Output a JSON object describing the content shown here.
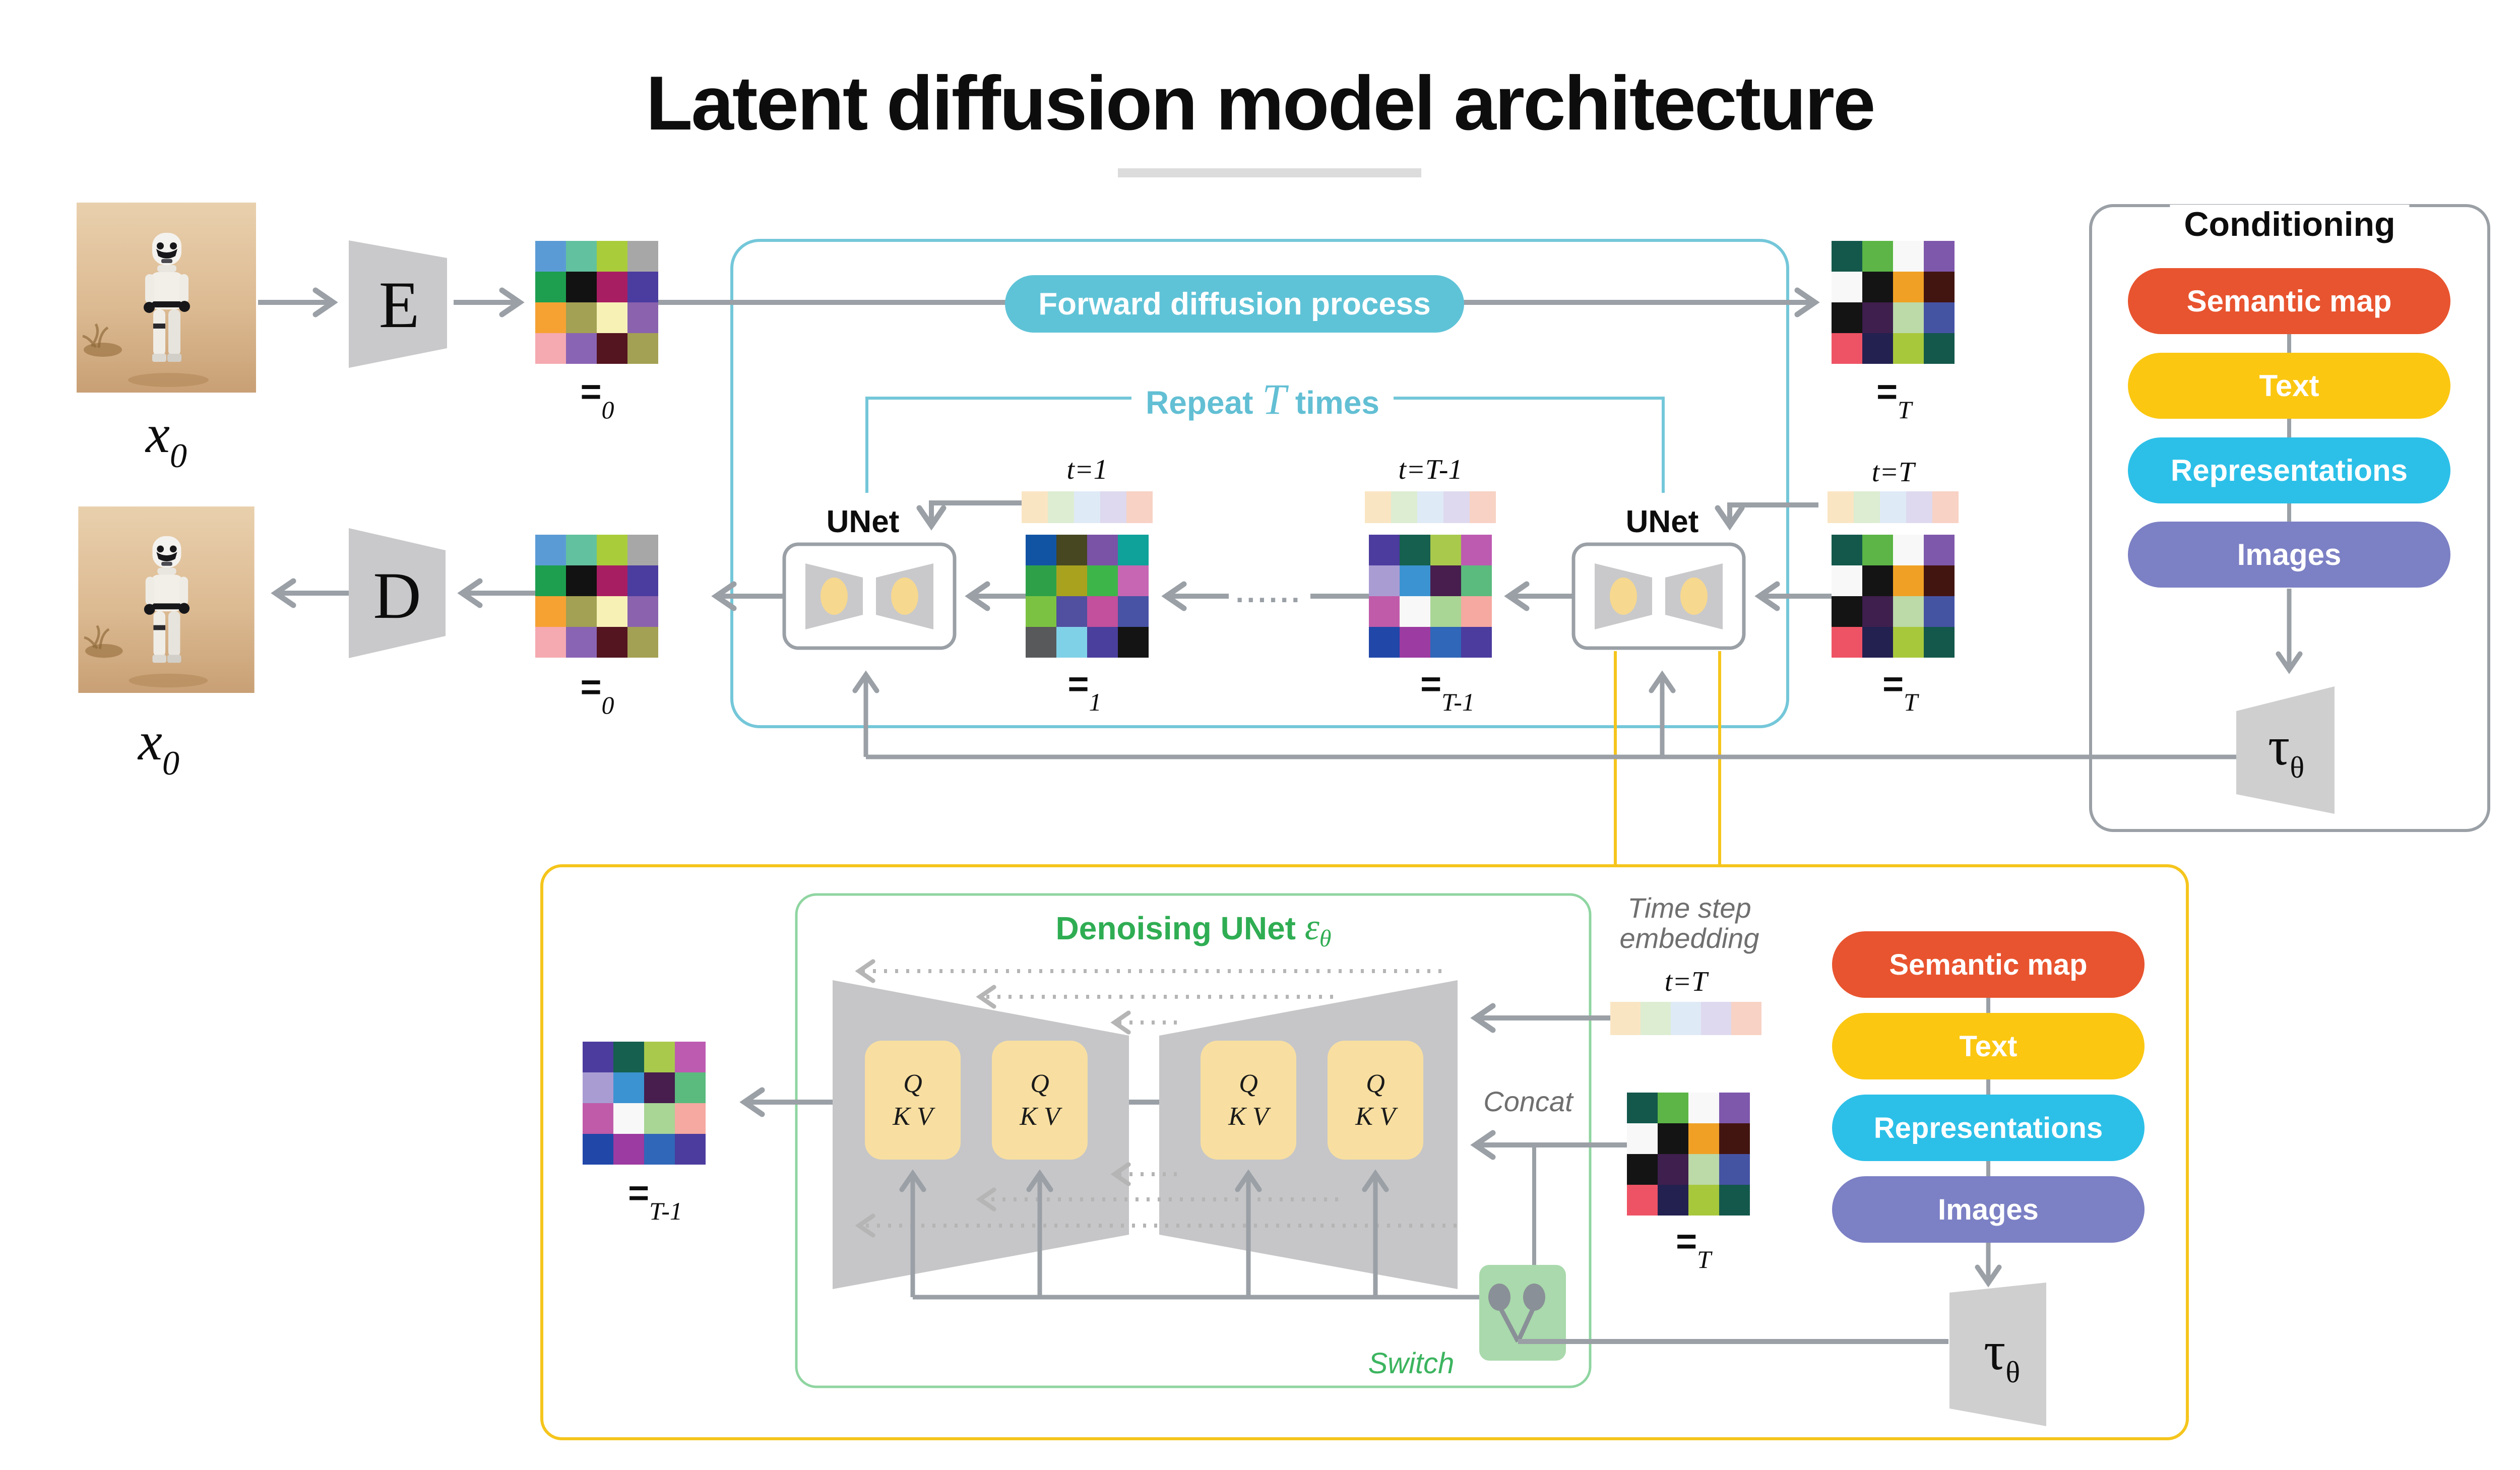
{
  "title": "Latent diffusion model architecture",
  "flow": {
    "encoder": "E",
    "decoder": "D",
    "forward_pill": "Forward diffusion process",
    "unet": "UNet",
    "dots": "......",
    "repeat": {
      "pre": "Repeat",
      "t": "T",
      "post": "times"
    }
  },
  "labels": {
    "x_base": "x",
    "x_sub": "0",
    "eq": "=",
    "z0_sub": "0",
    "z1_sub": "1",
    "zTm1_sub": "T-1",
    "zT_sub": "T"
  },
  "timesteps": {
    "t1": "t=1",
    "tTm1": "t=T-1",
    "tT": "t=T"
  },
  "grids": {
    "strip": [
      "#fae5c3",
      "#dcedd2",
      "#dfeaf7",
      "#ded9ee",
      "#f8d2c4"
    ],
    "z0": [
      "#5b9bd5",
      "#62c19e",
      "#a9cc3b",
      "#a7a7a7",
      "#1d9f4f",
      "#121212",
      "#a81e62",
      "#4b3c9f",
      "#f6a233",
      "#a3a153",
      "#f7f1b6",
      "#8a62ae",
      "#f5a9b1",
      "#8a64b4",
      "#541420",
      "#a3a153"
    ],
    "z1": [
      "#1254a4",
      "#474722",
      "#7a52a6",
      "#0fa29b",
      "#2ea148",
      "#a8a21f",
      "#3eb549",
      "#c766b3",
      "#7cc242",
      "#5150a0",
      "#c2509c",
      "#4853a5",
      "#58595b",
      "#7fd1e8",
      "#4a3f9d",
      "#141414"
    ],
    "zTm1": [
      "#4c3c9e",
      "#15604e",
      "#a9c94d",
      "#bd5bb1",
      "#a99cd2",
      "#3b93d1",
      "#471e4d",
      "#5bba7e",
      "#c05ba9",
      "#f8f8f8",
      "#a9d595",
      "#f5a9a0",
      "#2147a9",
      "#9c3ba1",
      "#3067b8",
      "#4c3c9e"
    ],
    "zT": [
      "#14584c",
      "#5cb546",
      "#f8f8f8",
      "#7e58ab",
      "#f8f8f8",
      "#141414",
      "#f0a125",
      "#431511",
      "#141414",
      "#3e1f4d",
      "#bcd9a8",
      "#4553a3",
      "#ee5365",
      "#232150",
      "#a8c83c",
      "#14584c"
    ]
  },
  "pills": {
    "items": [
      {
        "label": "Semantic map",
        "color": "#e8542f"
      },
      {
        "label": "Text",
        "color": "#fbc711"
      },
      {
        "label": "Representations",
        "color": "#2cc0e8"
      },
      {
        "label": "Images",
        "color": "#7c80c4"
      }
    ]
  },
  "conditioning": {
    "title": "Conditioning",
    "tau_base": "τ",
    "tau_sub": "θ"
  },
  "bottom": {
    "denoising_pre": "Denoising UNet",
    "denoising_eps": "ε",
    "denoising_sub": "θ",
    "qkv_q": "Q",
    "qkv_kv": "K V",
    "time_step_line1": "Time step",
    "time_step_line2": "embedding",
    "tT": "t=T",
    "concat": "Concat",
    "switch": "Switch",
    "tau_base": "τ",
    "tau_sub": "θ"
  },
  "accent_colors": {
    "arrow_gray": "#9aa0a6",
    "teal": "#74c7d9",
    "yellow": "#f5c51c",
    "green": "#8fd5a1",
    "shape_gray": "#c9c9cb"
  }
}
